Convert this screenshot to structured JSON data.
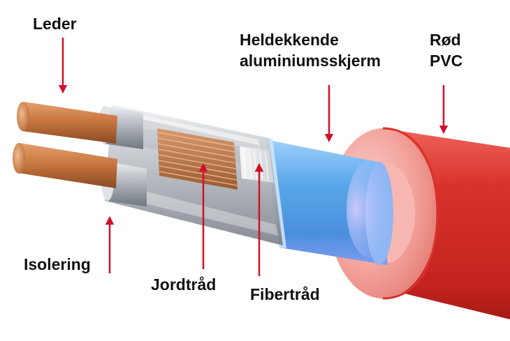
{
  "labels": {
    "leder": "Leder",
    "isolering": "Isolering",
    "jordtrad": "Jordtråd",
    "fibertrad": "Fibertråd",
    "aluminium_line1": "Heldekkende",
    "aluminium_line2": "aluminiumsskjerm",
    "pvc_line1": "Rød",
    "pvc_line2": "PVC"
  },
  "colors": {
    "arrow": "#d0102a",
    "copper": "#c2703f",
    "aluminium": "#5aa7ea",
    "pvc": "#d8322b",
    "pvc_inner": "#f4a29c",
    "insulation": "#b9bec3"
  }
}
